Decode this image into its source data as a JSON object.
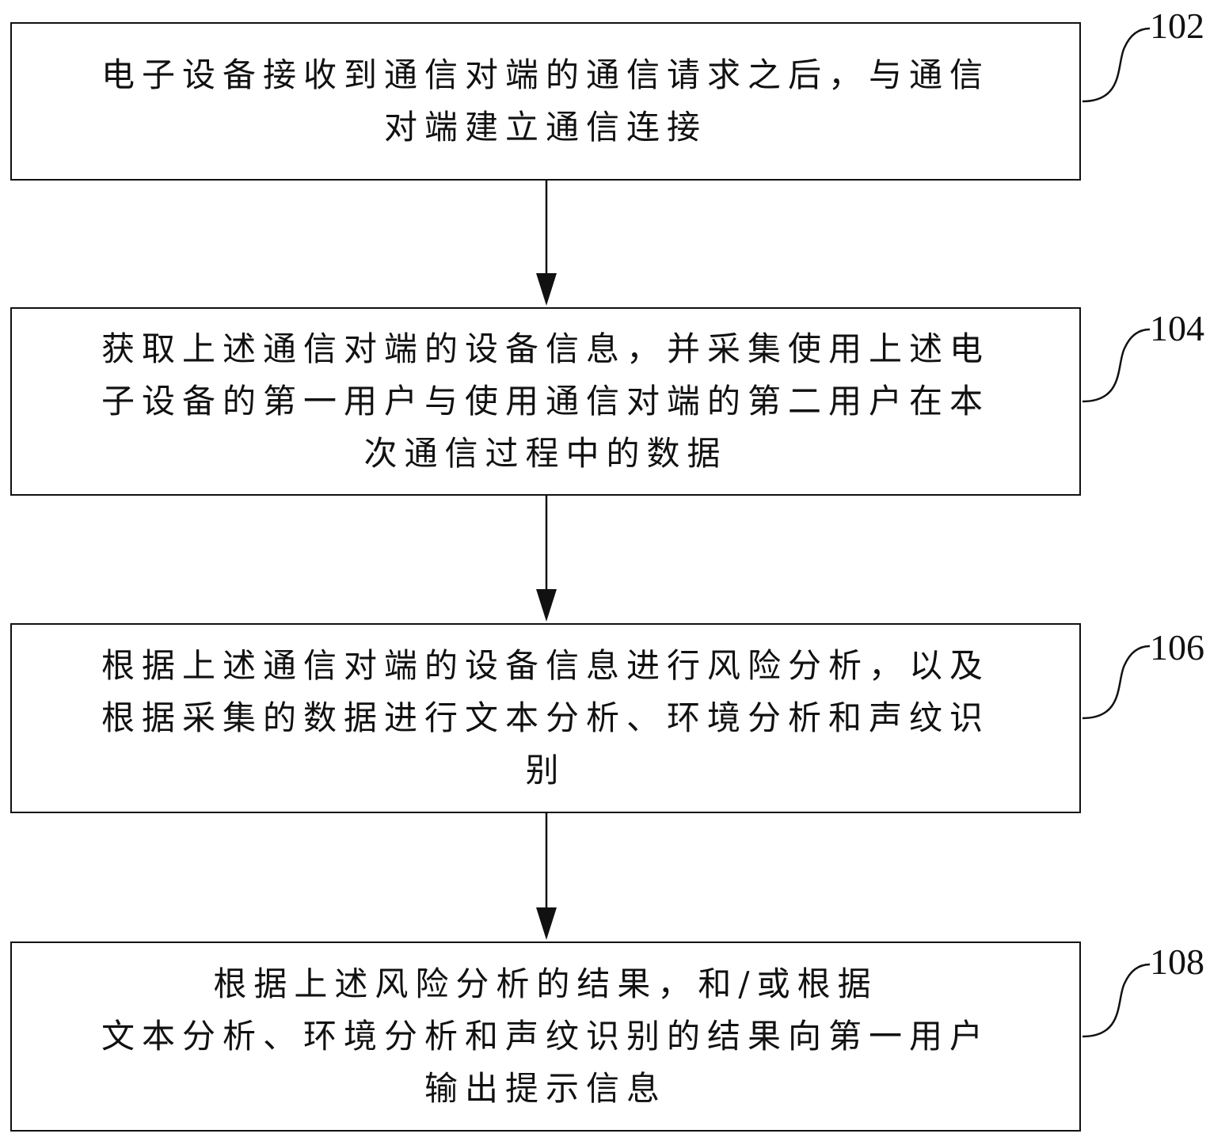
{
  "steps": [
    {
      "id": "102",
      "lines": [
        "电子设备接收到通信对端的通信请求之后，与通信",
        "对端建立通信连接"
      ]
    },
    {
      "id": "104",
      "lines": [
        "获取上述通信对端的设备信息，并采集使用上述电",
        "子设备的第一用户与使用通信对端的第二用户在本",
        "次通信过程中的数据"
      ]
    },
    {
      "id": "106",
      "lines": [
        "根据上述通信对端的设备信息进行风险分析，以及",
        "根据采集的数据进行文本分析、环境分析和声纹识",
        "别"
      ]
    },
    {
      "id": "108",
      "lines": [
        "根据上述风险分析的结果，和/或根据",
        "文本分析、环境分析和声纹识别的结果向第一用户",
        "输出提示信息"
      ]
    }
  ]
}
